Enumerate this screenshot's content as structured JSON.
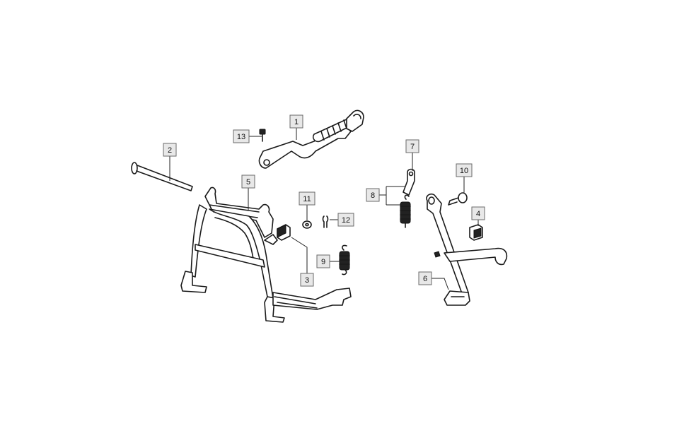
{
  "callouts": [
    {
      "id": "callout-1",
      "number": "1"
    },
    {
      "id": "callout-2",
      "number": "2"
    },
    {
      "id": "callout-3",
      "number": "3"
    },
    {
      "id": "callout-4",
      "number": "4"
    },
    {
      "id": "callout-5",
      "number": "5"
    },
    {
      "id": "callout-6",
      "number": "6"
    },
    {
      "id": "callout-7",
      "number": "7"
    },
    {
      "id": "callout-8",
      "number": "8"
    },
    {
      "id": "callout-9",
      "number": "9"
    },
    {
      "id": "callout-10",
      "number": "10"
    },
    {
      "id": "callout-11",
      "number": "11"
    },
    {
      "id": "callout-12",
      "number": "12"
    },
    {
      "id": "callout-13",
      "number": "13"
    }
  ],
  "colors": {
    "line": "#1a1a1a",
    "label_fill": "#e8e8e8",
    "label_border": "#6a6a6a",
    "background": "#ffffff"
  }
}
